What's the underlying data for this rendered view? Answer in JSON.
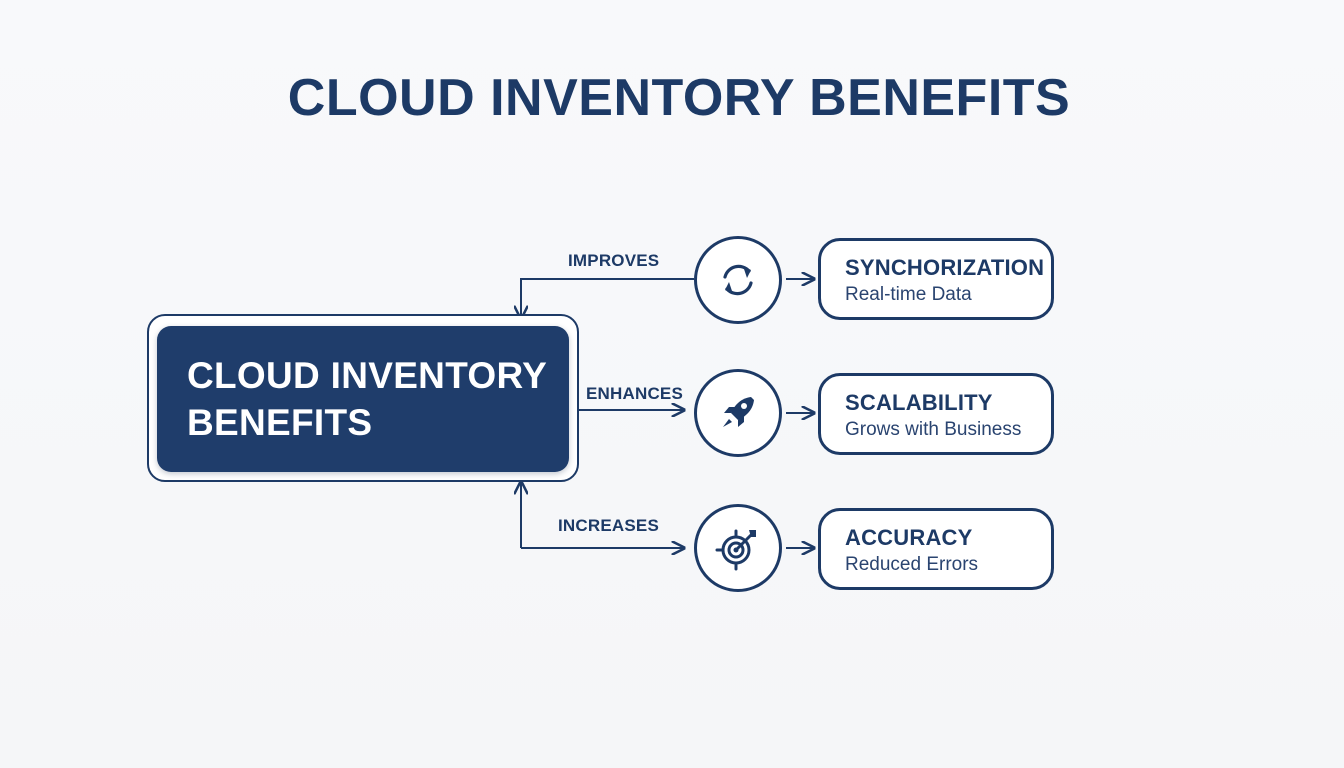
{
  "title": "CLOUD INVENTORY BENEFITS",
  "hub": {
    "line1": "CLOUD INVENTORY",
    "line2": "BENEFITS"
  },
  "branches": [
    {
      "relation": "IMPROVES",
      "icon": "sync-icon",
      "title": "SYNCHORIZATION",
      "subtitle": "Real-time Data"
    },
    {
      "relation": "ENHANCES",
      "icon": "rocket-icon",
      "title": "SCALABILITY",
      "subtitle": "Grows with Business"
    },
    {
      "relation": "INCREASES",
      "icon": "target-icon",
      "title": "ACCURACY",
      "subtitle": "Reduced Errors"
    }
  ],
  "colors": {
    "primary": "#1d3a66",
    "hub_fill": "#1f3d6b",
    "background": "#f7f8fa"
  }
}
